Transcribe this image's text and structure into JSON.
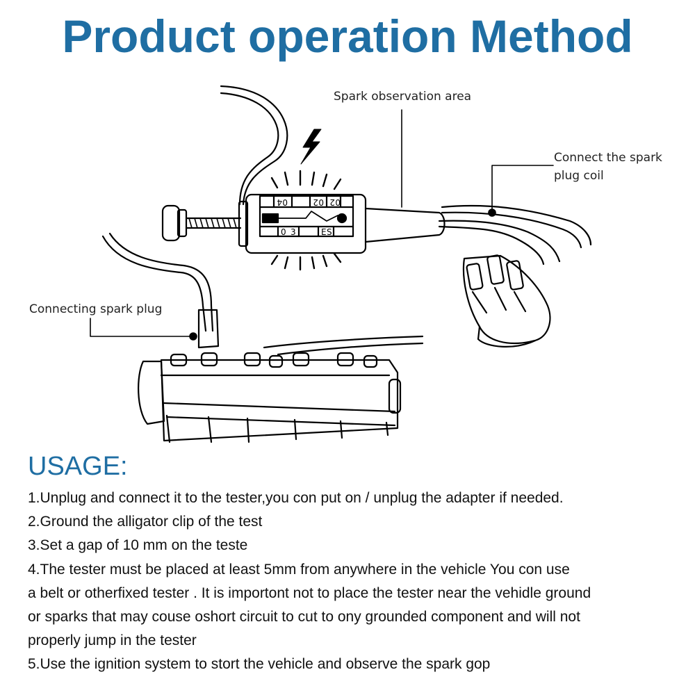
{
  "page": {
    "title": "Product operation Method"
  },
  "diagram": {
    "callouts": {
      "spark_area": "Spark observation area",
      "coil_line1": "Connect the spark",
      "coil_line2": "plug coil",
      "plug": "Connecting spark plug"
    },
    "tester_scale": {
      "top_marks": [
        "4",
        "0",
        "2",
        "0",
        "2",
        "0"
      ],
      "bottom_marks": [
        "0",
        "3",
        "E",
        "S"
      ]
    },
    "icons": [
      "lightning-bolt-icon",
      "spark-tester-tool",
      "engine-block",
      "ignition-coil-pack"
    ]
  },
  "usage": {
    "heading": "USAGE:",
    "lines": [
      "1.Unplug and connect it to the tester,you con put on / unplug the adapter if needed.",
      "2.Ground the alligator clip of the test",
      "3.Set a gap of 10 mm on the teste",
      "4.The tester must be placed at least 5mm from anywhere in the vehicle You con use",
      "a belt or otherfixed tester . It is importont not to place the tester near the vehidle ground",
      "or sparks that may couse oshort circuit to cut to ony grounded component and will not",
      "properly jump in the tester",
      "5.Use the ignition system to stort the vehicle and observe the spark gop"
    ]
  },
  "colors": {
    "accent_blue": "#1f6ea3",
    "line_art": "#000000"
  }
}
